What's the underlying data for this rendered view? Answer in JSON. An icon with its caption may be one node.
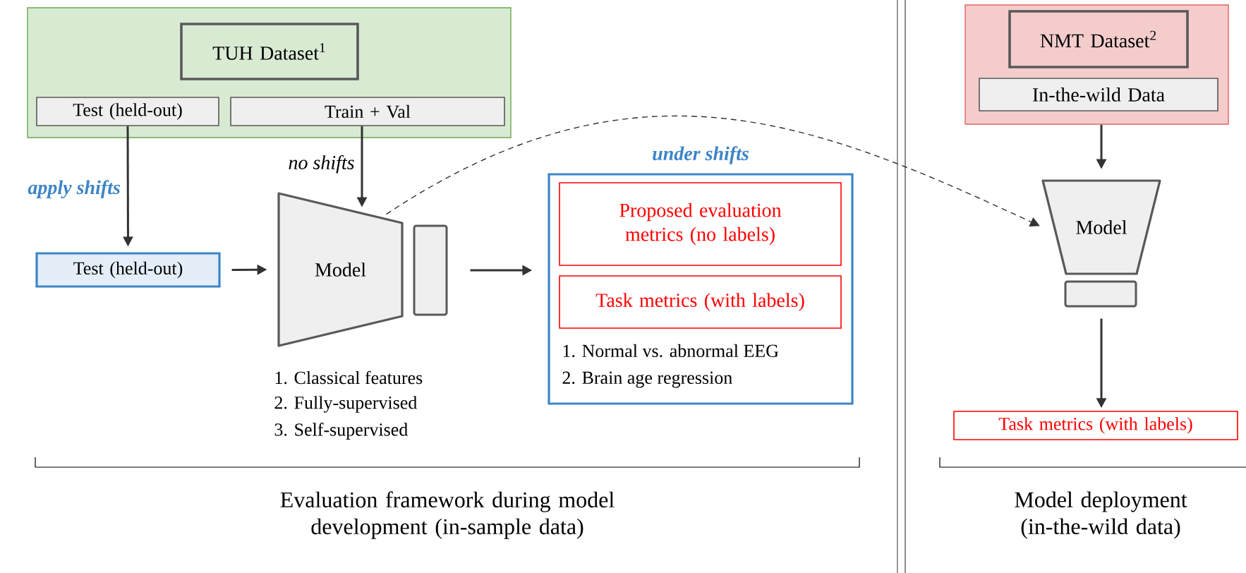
{
  "diagram": {
    "nodes": [
      {
        "text": [],
        "shape": "box"
      },
      {
        "text": [
          "TUH Dataset$^{1}$"
        ],
        "in": 0
      },
      {
        "text": [
          "Test (held-out)"
        ],
        "in": 0
      },
      {
        "text": [
          "Train + Val"
        ],
        "in": 0
      },
      {
        "text": [
          "Test (held-out)"
        ]
      },
      {
        "text": [
          "Model"
        ],
        "beside": [
          "1. Classical features",
          "2. Fully-supervised",
          "3. Self-supervised"
        ]
      },
      {
        "text": [],
        "shape": "bar"
      },
      {
        "text": [
          "under shifts",
          "1. Normal vs. abnormal EEG",
          "2. Brain age regression"
        ]
      },
      {
        "text": [
          "Proposed evaluation metrics (no labels)"
        ],
        "in": 7
      },
      {
        "text": [
          "Task metrics (with labels)"
        ],
        "in": 7
      },
      {
        "text": [],
        "shape": "box"
      },
      {
        "text": [
          "NMT Dataset$^{2}$"
        ],
        "in": 10
      },
      {
        "text": [
          "In-the-wild Data"
        ],
        "in": 10
      },
      {
        "text": [
          "Model"
        ]
      },
      {
        "text": [],
        "shape": "bar"
      },
      {
        "text": [
          "Task metrics (with labels)"
        ]
      }
    ],
    "edges": [
      {
        "from": 2,
        "to": 4,
        "arrow": "to",
        "label": "apply shifts"
      },
      {
        "from": 3,
        "to": 5,
        "arrow": "to",
        "label": "no shifts"
      },
      {
        "from": 4,
        "to": 5,
        "arrow": "to"
      },
      {
        "from": 6,
        "to": 7,
        "arrow": "to"
      },
      {
        "from": 5,
        "to": 13,
        "arrow": "to",
        "style": "dashed"
      },
      {
        "from": 10,
        "to": 13,
        "arrow": "to"
      },
      {
        "from": 14,
        "to": 15,
        "arrow": "to"
      }
    ],
    "labels": [
      "Evaluation framework during model development (in-sample data)",
      "Model deployment (in-the-wild data)"
    ]
  }
}
